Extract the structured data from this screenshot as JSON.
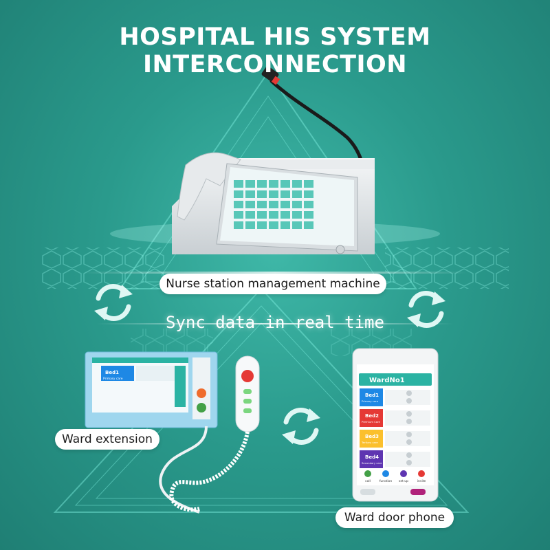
{
  "title": "HOSPITAL HIS SYSTEM INTERCONNECTION",
  "labels": {
    "nurse_station": "Nurse station management machine",
    "sync": "Sync data in real time",
    "ward_extension": "Ward extension",
    "ward_door_phone": "Ward door phone"
  },
  "door_phone": {
    "ward_title": "WardNo1",
    "beds": [
      {
        "name": "Bed1",
        "care": "Primary care",
        "color": "#1e88e5"
      },
      {
        "name": "Bed2",
        "care": "Premium Care",
        "color": "#e53935"
      },
      {
        "name": "Bed3",
        "care": "Tertiary care",
        "color": "#fbc02d"
      },
      {
        "name": "Bed4",
        "care": "Secondary care",
        "color": "#5e35b1"
      }
    ],
    "footer": [
      "call",
      "function",
      "set up",
      "invite"
    ]
  },
  "extension": {
    "bed": "Bed1",
    "care": "Primary care"
  },
  "colors": {
    "bg": "#2a9a8c",
    "accent": "#2bb3a3",
    "white": "#ffffff"
  }
}
